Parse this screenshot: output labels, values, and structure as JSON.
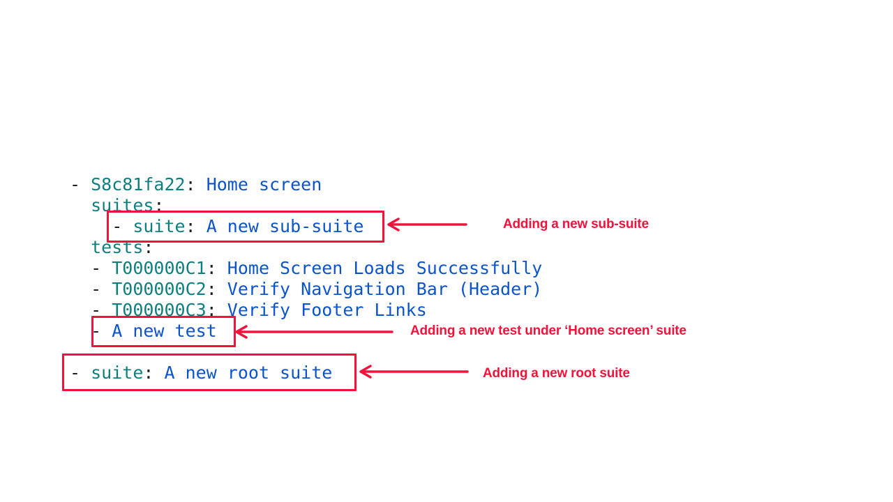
{
  "colors": {
    "background": "#FFFFFF",
    "key_teal": "#0E7F7E",
    "value_blue": "#0B54CB",
    "punct_dark": "#1C1E26",
    "accent_red": "#F2123B"
  },
  "code": {
    "language": "yaml",
    "lines": [
      {
        "tokens": [
          {
            "text": "- ",
            "type": "punct"
          },
          {
            "text": "S8c81fa22",
            "type": "key"
          },
          {
            "text": ": ",
            "type": "punct"
          },
          {
            "text": "Home screen",
            "type": "value"
          }
        ]
      },
      {
        "tokens": [
          {
            "text": "  ",
            "type": "punct"
          },
          {
            "text": "suites",
            "type": "key"
          },
          {
            "text": ":",
            "type": "punct"
          }
        ]
      },
      {
        "tokens": [
          {
            "text": "    - ",
            "type": "punct"
          },
          {
            "text": "suite",
            "type": "key"
          },
          {
            "text": ": ",
            "type": "punct"
          },
          {
            "text": "A new sub-suite",
            "type": "value"
          }
        ]
      },
      {
        "tokens": [
          {
            "text": "  ",
            "type": "punct"
          },
          {
            "text": "tests",
            "type": "key"
          },
          {
            "text": ":",
            "type": "punct"
          }
        ]
      },
      {
        "tokens": [
          {
            "text": "  - ",
            "type": "punct"
          },
          {
            "text": "T000000C1",
            "type": "key"
          },
          {
            "text": ": ",
            "type": "punct"
          },
          {
            "text": "Home Screen Loads Successfully",
            "type": "value"
          }
        ]
      },
      {
        "tokens": [
          {
            "text": "  - ",
            "type": "punct"
          },
          {
            "text": "T000000C2",
            "type": "key"
          },
          {
            "text": ": ",
            "type": "punct"
          },
          {
            "text": "Verify Navigation Bar (Header)",
            "type": "value"
          }
        ]
      },
      {
        "tokens": [
          {
            "text": "  - ",
            "type": "punct"
          },
          {
            "text": "T000000C3",
            "type": "key"
          },
          {
            "text": ": ",
            "type": "punct"
          },
          {
            "text": "Verify Footer Links",
            "type": "value"
          }
        ]
      },
      {
        "tokens": [
          {
            "text": "  - ",
            "type": "punct"
          },
          {
            "text": "A new test",
            "type": "value"
          }
        ]
      },
      {
        "tokens": []
      },
      {
        "tokens": [
          {
            "text": "- ",
            "type": "punct"
          },
          {
            "text": "suite",
            "type": "key"
          },
          {
            "text": ": ",
            "type": "punct"
          },
          {
            "text": "A new root suite",
            "type": "value"
          }
        ]
      }
    ]
  },
  "annotations": {
    "sub_suite": {
      "label": "Adding a new sub-suite"
    },
    "new_test": {
      "label": "Adding a new test under ‘Home screen’ suite"
    },
    "root_suite": {
      "label": "Adding a new root suite"
    }
  }
}
